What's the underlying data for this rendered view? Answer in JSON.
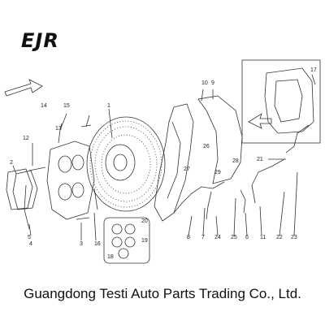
{
  "logo": {
    "text": "EJR"
  },
  "caption": {
    "text": "Guangdong Testi Auto Parts Trading Co., Ltd."
  },
  "callouts": [
    "1",
    "2",
    "3",
    "4",
    "5",
    "6",
    "7",
    "8",
    "9",
    "10",
    "11",
    "12",
    "13",
    "14",
    "15",
    "16",
    "17",
    "18",
    "19",
    "20",
    "21",
    "22",
    "23",
    "24",
    "25",
    "26",
    "27",
    "28",
    "29"
  ]
}
